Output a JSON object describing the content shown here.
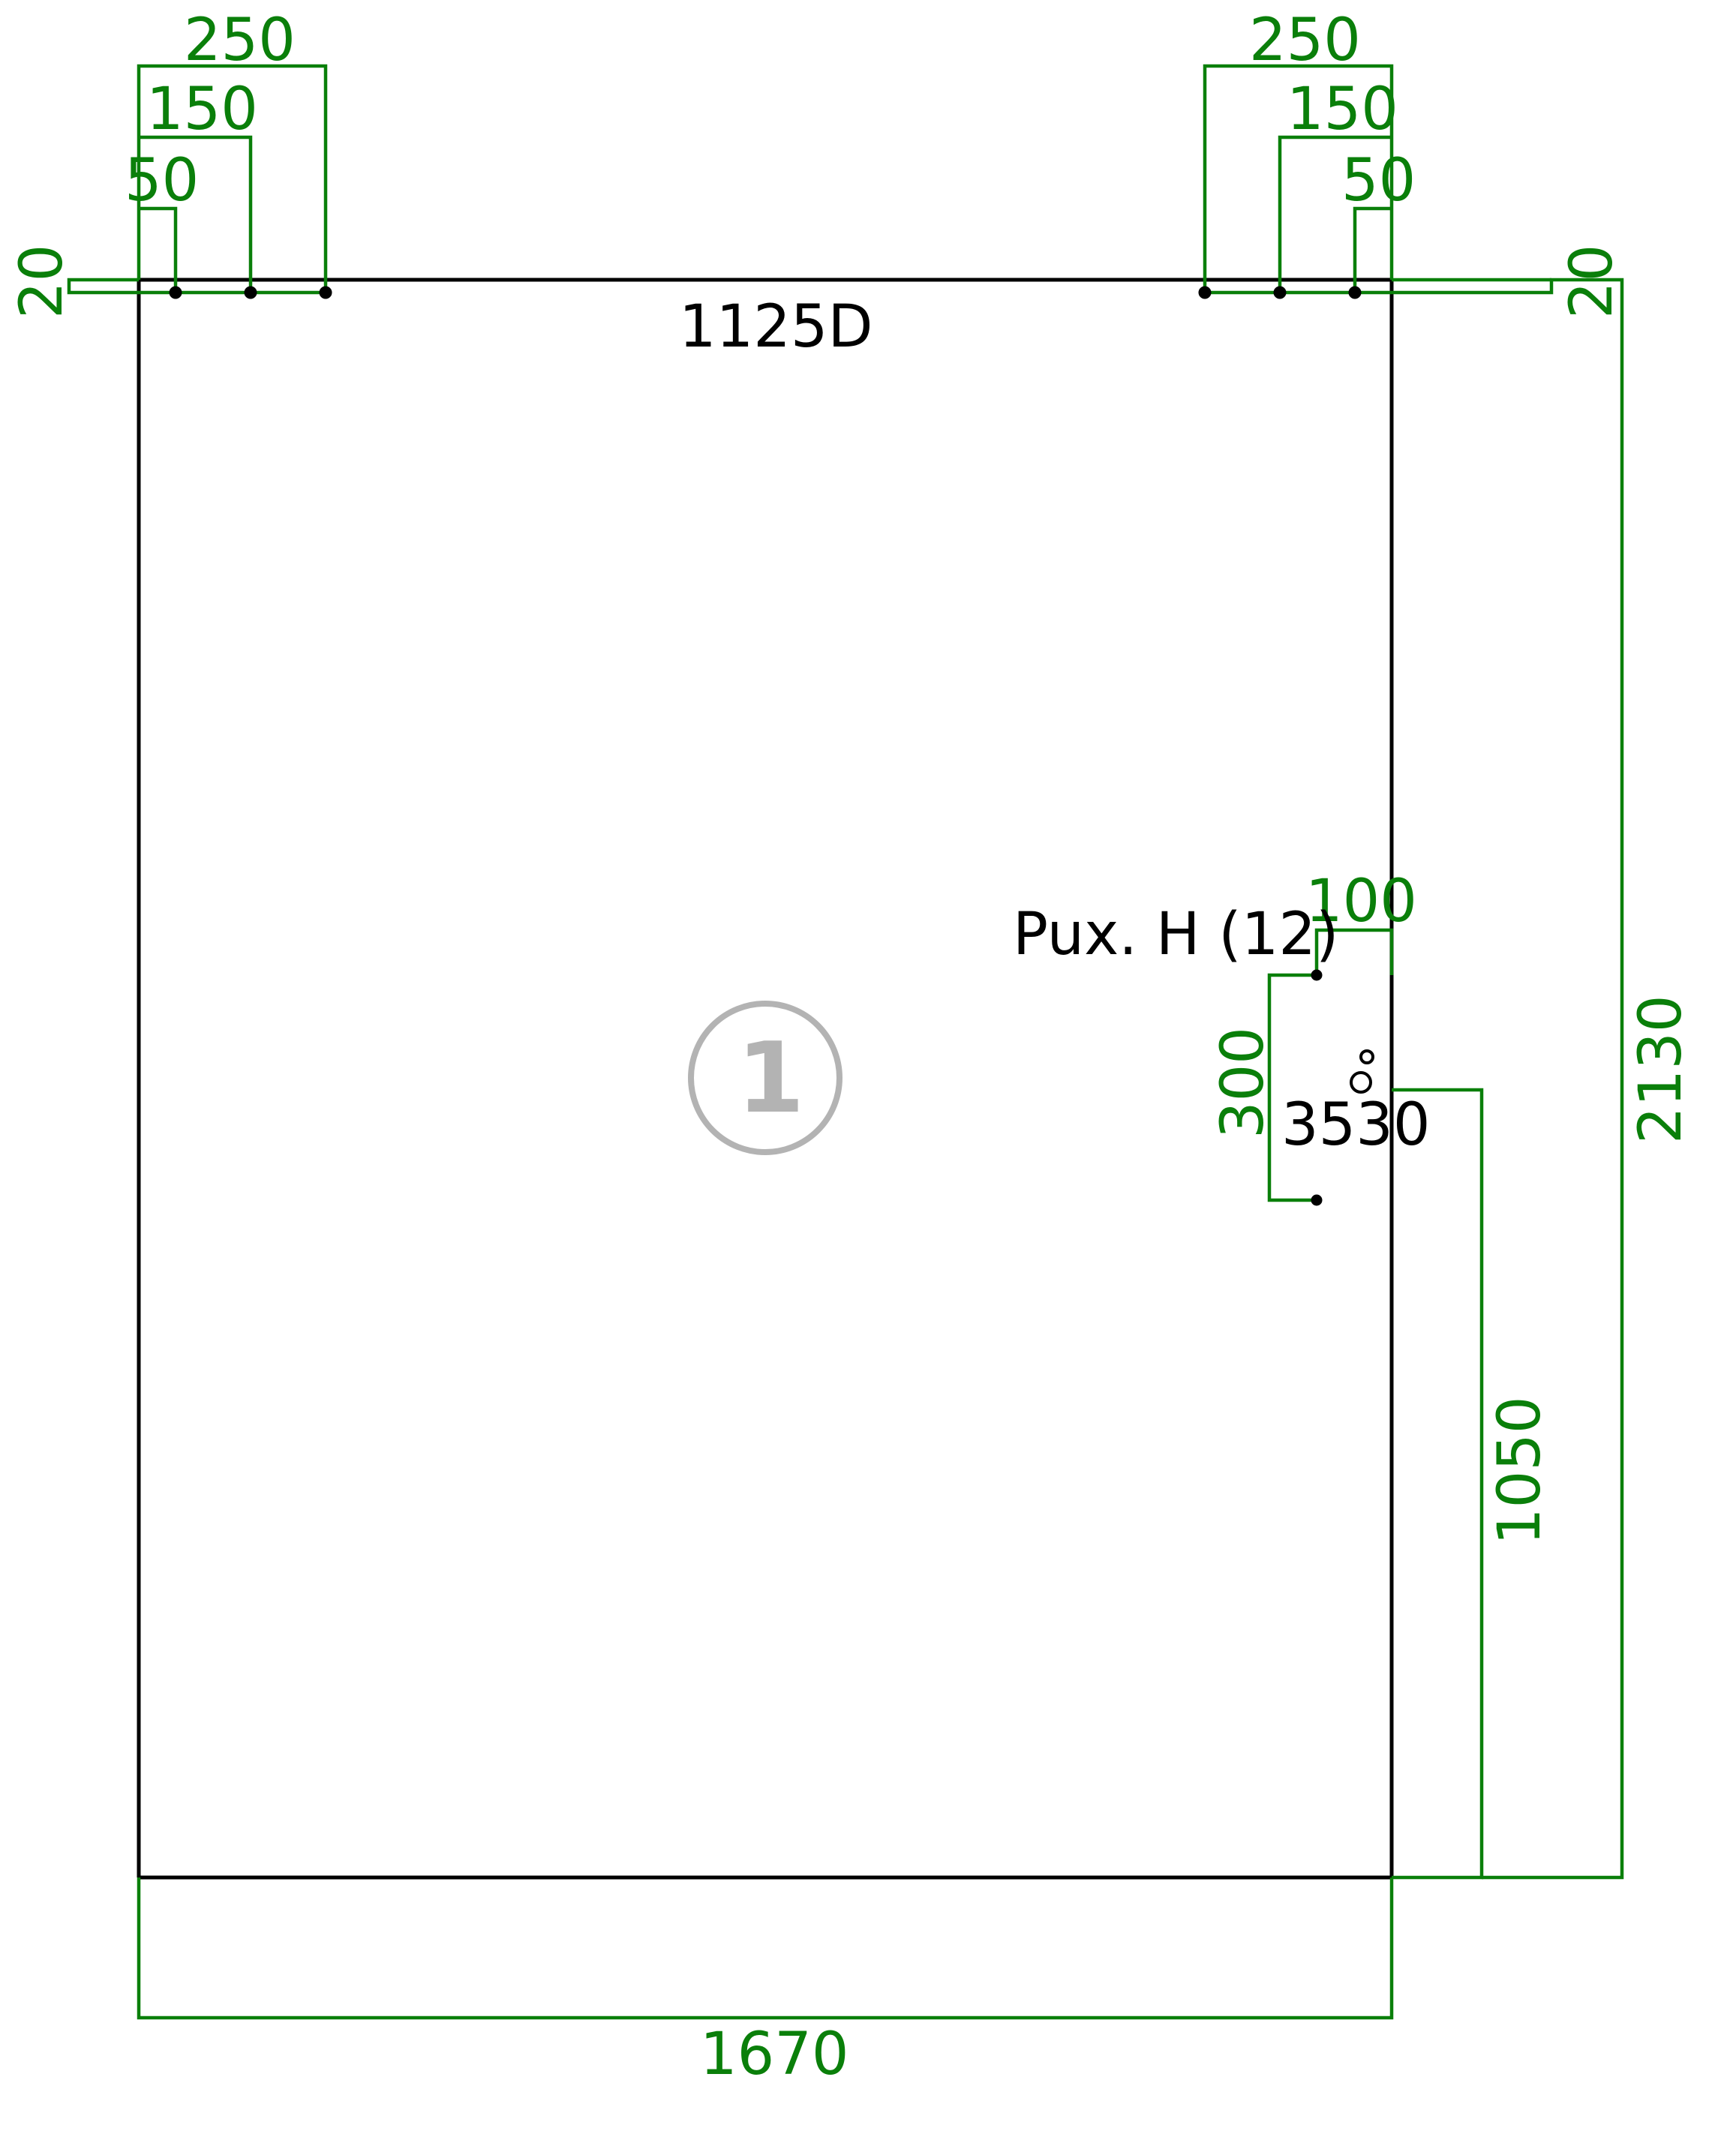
{
  "drawing": {
    "part_label": "1125D",
    "handle_label": "Pux. H (12)",
    "lock_label": "3530",
    "marker_number": "1"
  },
  "dimensions": {
    "top_left_250": "250",
    "top_left_150": "150",
    "top_left_50": "50",
    "top_right_250": "250",
    "top_right_150": "150",
    "top_right_50": "50",
    "left_offset_20": "20",
    "right_offset_20": "20",
    "handle_100": "100",
    "handle_300": "300",
    "lock_height_1050": "1050",
    "total_height_2130": "2130",
    "total_width_1670": "1670"
  },
  "colors": {
    "dimension": "#0a7f0a",
    "outline": "#000000",
    "marker": "#b3b3b3"
  }
}
